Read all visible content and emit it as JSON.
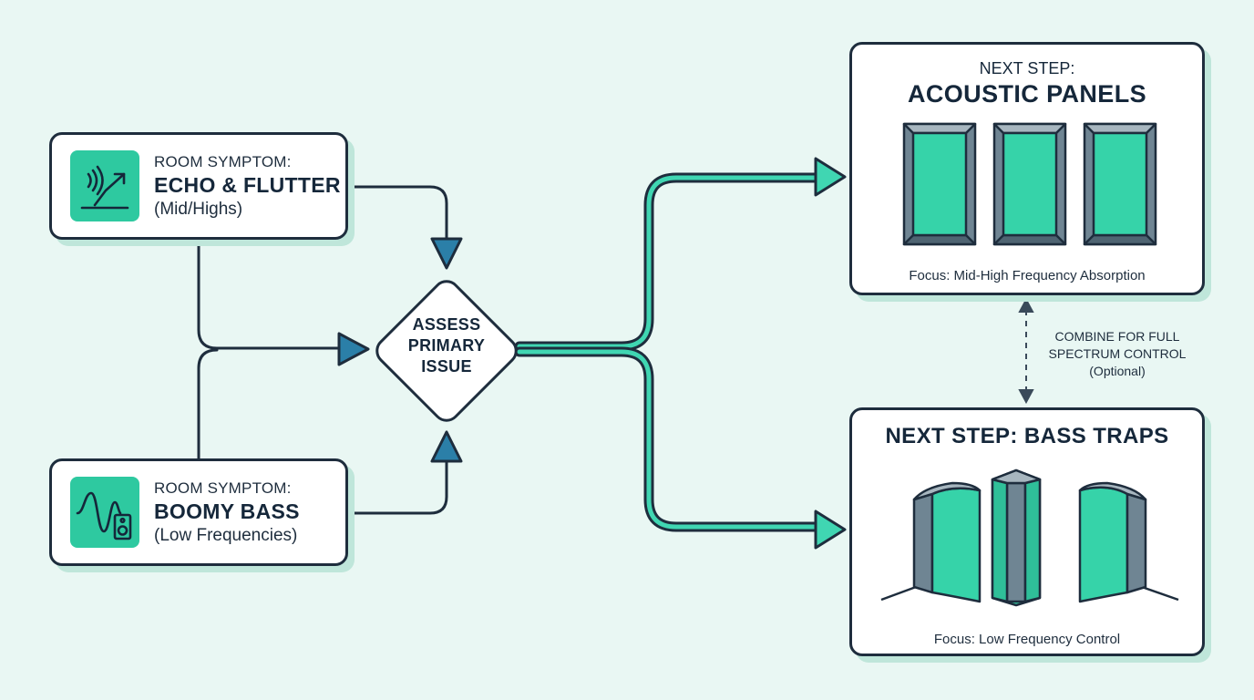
{
  "symptoms": {
    "echo": {
      "pre": "ROOM SYMPTOM:",
      "title": "ECHO & FLUTTER",
      "sub": "(Mid/Highs)",
      "icon": "echo-wave-icon"
    },
    "bass": {
      "pre": "ROOM SYMPTOM:",
      "title": "BOOMY BASS",
      "sub": "(Low Frequencies)",
      "icon": "bass-speaker-icon"
    }
  },
  "decision": {
    "lines": [
      "ASSESS",
      "PRIMARY",
      "ISSUE"
    ]
  },
  "outcomes": {
    "panels": {
      "pre": "NEXT STEP:",
      "title": "ACOUSTIC PANELS",
      "focus": "Focus: Mid-High Frequency Absorption",
      "icon": "acoustic-panel-icon"
    },
    "traps": {
      "title": "NEXT STEP: BASS TRAPS",
      "focus": "Focus: Low Frequency Control",
      "icon": "bass-trap-icon"
    }
  },
  "combine": {
    "lines": [
      "COMBINE FOR FULL",
      "SPECTRUM CONTROL",
      "(Optional)"
    ]
  },
  "colors": {
    "background": "#e9f7f3",
    "accent": "#2ec9a0",
    "outline": "#1e2d3d",
    "arrowhead": "#2b7fa8",
    "shadow": "#bfe6da"
  }
}
